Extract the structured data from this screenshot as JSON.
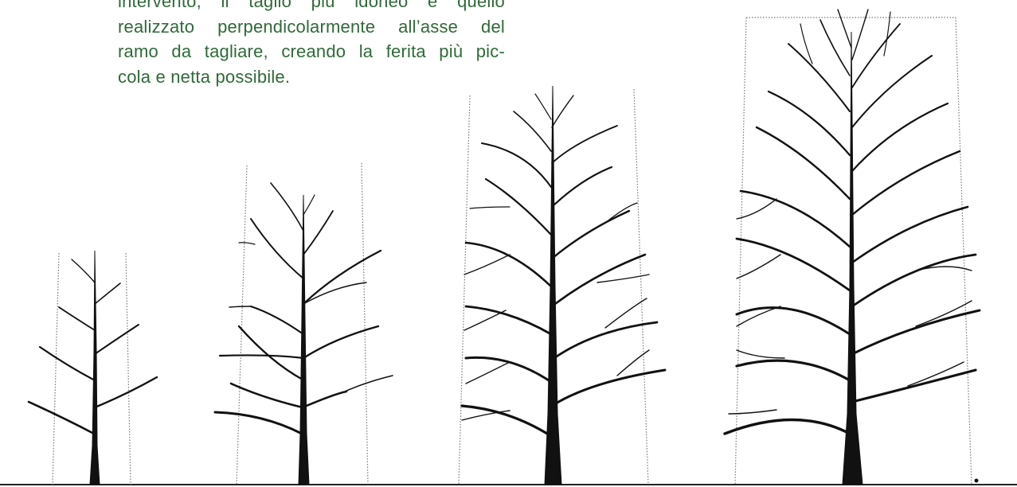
{
  "paragraph": {
    "lines": [
      "intervento, il taglio più idoneo è quello",
      "realizzato perpendicolarmente all’asse del",
      "ramo da tagliare, creando la ferita più pic-",
      "cola e netta possibile."
    ]
  },
  "colors": {
    "text": "#2f6a38",
    "ink": "#111111",
    "guide": "#888888",
    "background": "#ffffff"
  },
  "illustration": {
    "subject": "tree-growth-stages",
    "stages": [
      {
        "id": "stage-1",
        "branch_levels": 4
      },
      {
        "id": "stage-2",
        "branch_levels": 6
      },
      {
        "id": "stage-3",
        "branch_levels": 9
      },
      {
        "id": "stage-4",
        "branch_levels": 12
      }
    ]
  }
}
